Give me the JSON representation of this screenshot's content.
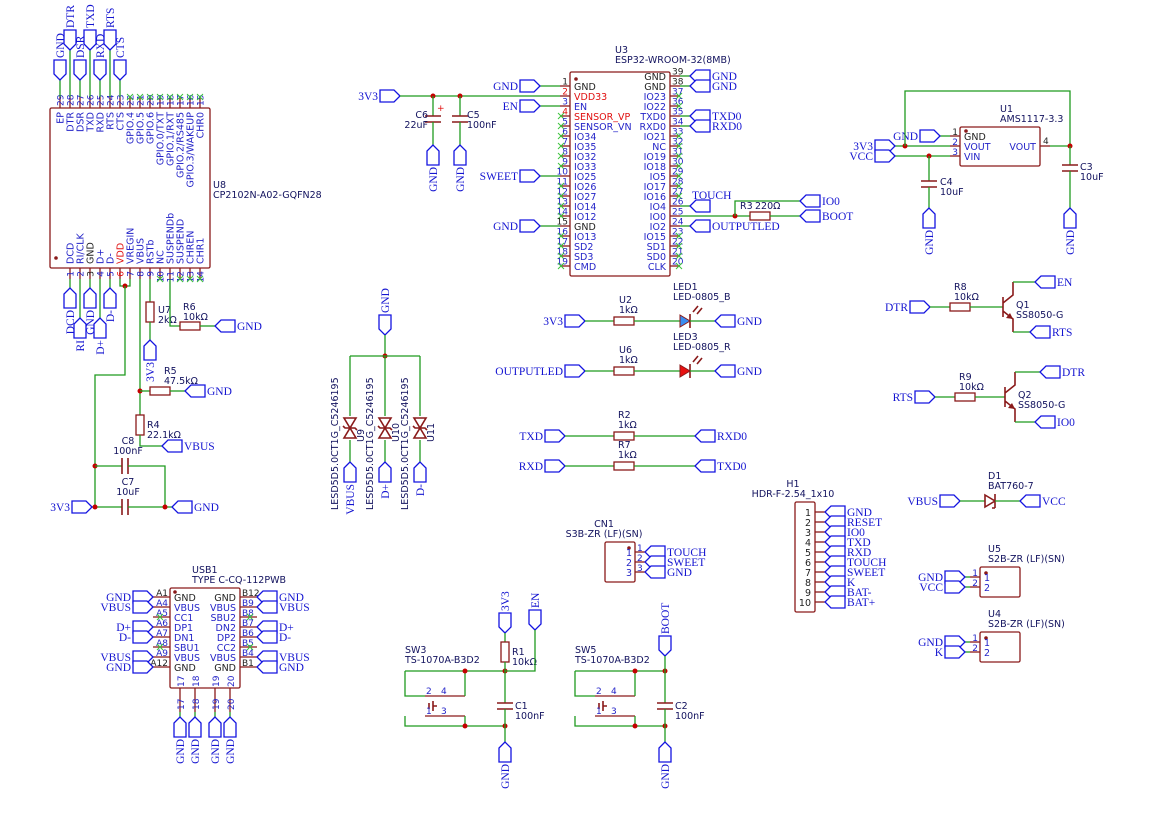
{
  "u8": {
    "ref": "U8",
    "value": "CP2102N-A02-GQFN28",
    "top_pins": [
      {
        "num": "29",
        "name": "EP"
      },
      {
        "num": "28",
        "name": "DTR"
      },
      {
        "num": "27",
        "name": "DSR"
      },
      {
        "num": "26",
        "name": "TXD"
      },
      {
        "num": "25",
        "name": "RXD"
      },
      {
        "num": "24",
        "name": "RTS"
      },
      {
        "num": "23",
        "name": "CTS"
      },
      {
        "num": "22",
        "name": "GPIO.4"
      },
      {
        "num": "21",
        "name": "GPIO.5"
      },
      {
        "num": "20",
        "name": "GPIO.6"
      },
      {
        "num": "19",
        "name": "GPIO.0/TXT"
      },
      {
        "num": "18",
        "name": "GPIO.1/RXT"
      },
      {
        "num": "17",
        "name": "GPIO.2/RS485"
      },
      {
        "num": "16",
        "name": "GPIO.3/WAKEUP"
      },
      {
        "num": "15",
        "name": "CHR0"
      }
    ],
    "bottom_pins": [
      {
        "num": "1",
        "name": "DCD"
      },
      {
        "num": "2",
        "name": "RI/CLK"
      },
      {
        "num": "3",
        "name": "GND"
      },
      {
        "num": "4",
        "name": "D+"
      },
      {
        "num": "5",
        "name": "D-"
      },
      {
        "num": "6",
        "name": "VDD"
      },
      {
        "num": "7",
        "name": "VREGIN"
      },
      {
        "num": "8",
        "name": "VBUS"
      },
      {
        "num": "9",
        "name": "RSTb"
      },
      {
        "num": "10",
        "name": "NC"
      },
      {
        "num": "11",
        "name": "SUSPENDb"
      },
      {
        "num": "12",
        "name": "SUSPEND"
      },
      {
        "num": "13",
        "name": "CHREN"
      },
      {
        "num": "14",
        "name": "CHR1"
      }
    ],
    "top_nets": [
      "GND",
      "DTR",
      "DSR",
      "TXD",
      "RXD",
      "RTS",
      "CTS"
    ],
    "bottom_nets": [
      "DCD",
      "RI",
      "GND",
      "D+",
      "D-"
    ]
  },
  "u8_circuit": {
    "U7": {
      "ref": "U7",
      "value": "2kΩ"
    },
    "R6": {
      "ref": "R6",
      "value": "10kΩ"
    },
    "R5": {
      "ref": "R5",
      "value": "47.5kΩ"
    },
    "R4": {
      "ref": "R4",
      "value": "22.1kΩ"
    },
    "C8": {
      "ref": "C8",
      "value": "100nF"
    },
    "C7": {
      "ref": "C7",
      "value": "10uF"
    },
    "nets": {
      "u7": "3V3",
      "r6": "GND",
      "r5": "GND",
      "r4": "VBUS",
      "c_left": "3V3",
      "c_right": "GND"
    }
  },
  "u3": {
    "ref": "U3",
    "value": "ESP32-WROOM-32(8MB)",
    "left_pins": [
      {
        "num": "1",
        "name": "GND"
      },
      {
        "num": "2",
        "name": "VDD33"
      },
      {
        "num": "3",
        "name": "EN"
      },
      {
        "num": "4",
        "name": "SENSOR_VP"
      },
      {
        "num": "5",
        "name": "SENSOR_VN"
      },
      {
        "num": "6",
        "name": "IO34"
      },
      {
        "num": "7",
        "name": "IO35"
      },
      {
        "num": "8",
        "name": "IO32"
      },
      {
        "num": "9",
        "name": "IO33"
      },
      {
        "num": "10",
        "name": "IO25"
      },
      {
        "num": "11",
        "name": "IO26"
      },
      {
        "num": "12",
        "name": "IO27"
      },
      {
        "num": "13",
        "name": "IO14"
      },
      {
        "num": "14",
        "name": "IO12"
      },
      {
        "num": "15",
        "name": "GND"
      },
      {
        "num": "16",
        "name": "IO13"
      },
      {
        "num": "17",
        "name": "SD2"
      },
      {
        "num": "18",
        "name": "SD3"
      },
      {
        "num": "19",
        "name": "CMD"
      }
    ],
    "right_pins": [
      {
        "num": "39",
        "name": "GND"
      },
      {
        "num": "38",
        "name": "GND"
      },
      {
        "num": "37",
        "name": "IO23"
      },
      {
        "num": "36",
        "name": "IO22"
      },
      {
        "num": "35",
        "name": "TXD0"
      },
      {
        "num": "34",
        "name": "RXD0"
      },
      {
        "num": "33",
        "name": "IO21"
      },
      {
        "num": "32",
        "name": "NC"
      },
      {
        "num": "31",
        "name": "IO19"
      },
      {
        "num": "30",
        "name": "IO18"
      },
      {
        "num": "29",
        "name": "IO5"
      },
      {
        "num": "28",
        "name": "IO17"
      },
      {
        "num": "27",
        "name": "IO16"
      },
      {
        "num": "26",
        "name": "IO4"
      },
      {
        "num": "25",
        "name": "IO0"
      },
      {
        "num": "24",
        "name": "IO2"
      },
      {
        "num": "23",
        "name": "IO15"
      },
      {
        "num": "22",
        "name": "SD1"
      },
      {
        "num": "21",
        "name": "SD0"
      },
      {
        "num": "20",
        "name": "CLK"
      }
    ],
    "nets": {
      "pin1": "GND",
      "pin3": "EN",
      "pin10": "SWEET",
      "pin15": "GND",
      "pin39": "GND",
      "pin38": "GND",
      "pin35": "TXD0",
      "pin34": "RXD0",
      "pin26": "TOUCH",
      "pin24": "OUTPUTLED",
      "io0": "IO0",
      "boot": "BOOT"
    },
    "R3": {
      "ref": "R3",
      "value": "220Ω"
    }
  },
  "decoupling": {
    "net_3v3": "3V3",
    "polarity": "+",
    "C6": {
      "ref": "C6",
      "value": "22uF"
    },
    "C5": {
      "ref": "C5",
      "value": "100nF"
    },
    "gnd": [
      "GND",
      "GND"
    ]
  },
  "u1": {
    "ref": "U1",
    "value": "AMS1117-3.3",
    "left_pins": [
      {
        "num": "1",
        "name": "GND"
      },
      {
        "num": "2",
        "name": "VOUT"
      },
      {
        "num": "3",
        "name": "VIN"
      }
    ],
    "right_pin": {
      "num": "4",
      "name": "VOUT"
    },
    "C4": {
      "ref": "C4",
      "value": "10uF"
    },
    "C3": {
      "ref": "C3",
      "value": "10uF"
    },
    "nets": {
      "gnd": "GND",
      "v3v3": "3V3",
      "vcc": "VCC",
      "c4_gnd": "GND",
      "c3_gnd": "GND"
    }
  },
  "auto_reset": {
    "q1": {
      "R": {
        "ref": "R8",
        "value": "10kΩ"
      },
      "Q": {
        "ref": "Q1",
        "value": "SS8050-G"
      },
      "nets": {
        "base": "DTR",
        "collector": "EN",
        "emitter": "RTS"
      }
    },
    "q2": {
      "R": {
        "ref": "R9",
        "value": "10kΩ"
      },
      "Q": {
        "ref": "Q2",
        "value": "SS8050-G"
      },
      "nets": {
        "base": "RTS",
        "collector": "DTR",
        "emitter": "IO0"
      }
    }
  },
  "d1": {
    "ref": "D1",
    "value": "BAT760-7",
    "nets": {
      "anode": "VBUS",
      "cathode": "VCC"
    }
  },
  "leds": [
    {
      "res": {
        "ref": "U2",
        "value": "1kΩ"
      },
      "led": {
        "ref": "LED1",
        "value": "LED-0805_B"
      },
      "net_in": "3V3",
      "net_out": "GND",
      "color": "#3a8cf0"
    },
    {
      "res": {
        "ref": "U6",
        "value": "1kΩ"
      },
      "led": {
        "ref": "LED3",
        "value": "LED-0805_R"
      },
      "net_in": "OUTPUTLED",
      "net_out": "GND",
      "color": "#e81010"
    }
  ],
  "uart_cross": [
    {
      "ref": "R2",
      "value": "1kΩ",
      "net_in": "TXD",
      "net_out": "RXD0"
    },
    {
      "ref": "R7",
      "value": "1kΩ",
      "net_in": "RXD",
      "net_out": "TXD0"
    }
  ],
  "esd": {
    "net_common": "GND",
    "parts": [
      {
        "ref": "U9",
        "value": "LESD5D5.0CT1G_C5246195",
        "net": "VBUS"
      },
      {
        "ref": "U10",
        "value": "LESD5D5.0CT1G_C5246195",
        "net": "D+"
      },
      {
        "ref": "U11",
        "value": "LESD5D5.0CT1G_C5246195",
        "net": "D-"
      }
    ]
  },
  "h1": {
    "ref": "H1",
    "value": "HDR-F-2.54_1x10",
    "pins": [
      {
        "num": "1",
        "net": "GND"
      },
      {
        "num": "2",
        "net": "RESET"
      },
      {
        "num": "3",
        "net": "IO0"
      },
      {
        "num": "4",
        "net": "TXD"
      },
      {
        "num": "5",
        "net": "RXD"
      },
      {
        "num": "6",
        "net": "TOUCH"
      },
      {
        "num": "7",
        "net": "SWEET"
      },
      {
        "num": "8",
        "net": "K"
      },
      {
        "num": "9",
        "net": "BAT-"
      },
      {
        "num": "10",
        "net": "BAT+"
      }
    ]
  },
  "cn1": {
    "ref": "CN1",
    "value": "S3B-ZR (LF)(SN)",
    "pins": [
      {
        "num": "1",
        "net": "TOUCH"
      },
      {
        "num": "2",
        "net": "SWEET"
      },
      {
        "num": "3",
        "net": "GND"
      }
    ]
  },
  "u5": {
    "ref": "U5",
    "value": "S2B-ZR (LF)(SN)",
    "pins": [
      {
        "num": "1",
        "net": "GND"
      },
      {
        "num": "2",
        "net": "VCC"
      }
    ]
  },
  "u4": {
    "ref": "U4",
    "value": "S2B-ZR (LF)(SN)",
    "pins": [
      {
        "num": "1",
        "net": "GND"
      },
      {
        "num": "2",
        "net": "K"
      }
    ]
  },
  "usb1": {
    "ref": "USB1",
    "value": "TYPE C-CQ-112PWB",
    "left_pins": [
      {
        "num": "A1",
        "name": "GND",
        "net": "GND"
      },
      {
        "num": "A4",
        "name": "VBUS",
        "net": "VBUS"
      },
      {
        "num": "A5",
        "name": "CC1",
        "net": null
      },
      {
        "num": "A6",
        "name": "DP1",
        "net": "D+"
      },
      {
        "num": "A7",
        "name": "DN1",
        "net": "D-"
      },
      {
        "num": "A8",
        "name": "SBU1",
        "net": null
      },
      {
        "num": "A9",
        "name": "VBUS",
        "net": "VBUS"
      },
      {
        "num": "A12",
        "name": "GND",
        "net": "GND"
      }
    ],
    "right_pins": [
      {
        "num": "B12",
        "name": "GND",
        "net": "GND"
      },
      {
        "num": "B9",
        "name": "VBUS",
        "net": "VBUS"
      },
      {
        "num": "B8",
        "name": "SBU2",
        "net": null
      },
      {
        "num": "B7",
        "name": "DN2",
        "net": "D+"
      },
      {
        "num": "B6",
        "name": "DP2",
        "net": "D-"
      },
      {
        "num": "B5",
        "name": "CC2",
        "net": null
      },
      {
        "num": "B4",
        "name": "VBUS",
        "net": "VBUS"
      },
      {
        "num": "B1",
        "name": "GND",
        "net": "GND"
      }
    ],
    "bottom_pins": [
      {
        "num": "17",
        "net": "GND"
      },
      {
        "num": "18",
        "net": "GND"
      },
      {
        "num": "19",
        "net": "GND"
      },
      {
        "num": "20",
        "net": "GND"
      }
    ]
  },
  "reset_sw": {
    "SW": {
      "ref": "SW3",
      "value": "TS-1070A-B3D2"
    },
    "R1": {
      "ref": "R1",
      "value": "10kΩ"
    },
    "C": {
      "ref": "C1",
      "value": "100nF"
    },
    "pins": [
      "2",
      "4",
      "1",
      "3"
    ],
    "nets": {
      "pull": "3V3",
      "en": "EN",
      "gnd": "GND"
    }
  },
  "boot_sw": {
    "SW": {
      "ref": "SW5",
      "value": "TS-1070A-B3D2"
    },
    "C": {
      "ref": "C2",
      "value": "100nF"
    },
    "pins": [
      "2",
      "4",
      "1",
      "3"
    ],
    "nets": {
      "boot": "BOOT",
      "gnd": "GND"
    }
  },
  "colors": {
    "wire": "#1f9a1f",
    "component": "#8a1a1a",
    "net_label": "#1414d0",
    "junction": "#c40000",
    "no_connect": "#3cc43c"
  }
}
